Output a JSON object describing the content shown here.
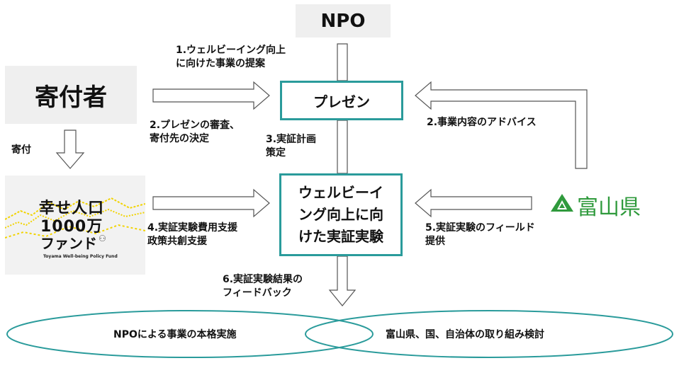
{
  "nodes": {
    "npo": "NPO",
    "donor": "寄付者",
    "presentation": "プレゼン",
    "experiment": [
      "ウェルビーイ",
      "ング向上に向",
      "けた実証実験"
    ],
    "toyama": "富山県"
  },
  "fund_logo": {
    "title_line1": "幸せ人口",
    "title_line2": "1000万",
    "title_line3": "ファンド",
    "subtitle": "Toyama Well-being Policy Fund"
  },
  "edges": {
    "e1": [
      "1.ウェルビーイング向上",
      "に向けた事業の提案"
    ],
    "e2": [
      "2.プレゼンの審査、",
      "寄付先の決定"
    ],
    "e2b": "2.事業内容のアドバイス",
    "e3": [
      "3.実証計画",
      "策定"
    ],
    "e4": [
      "4.実証実験費用支援",
      "政策共創支援"
    ],
    "e5": [
      "5.実証実験のフィールド",
      "提供"
    ],
    "e6": [
      "6.実証実験結果の",
      "フィードバック"
    ],
    "donation": "寄付"
  },
  "outcomes": {
    "left": "NPOによる事業の本格実施",
    "right": "富山県、国、自治体の取り組み検討"
  },
  "colors": {
    "teal": "#2a9b9b",
    "toyama_green": "#2f9a3c",
    "fund_yellow": "#f2d300",
    "gray_box": "#efefef",
    "ellipse": "#2a9b9b"
  }
}
